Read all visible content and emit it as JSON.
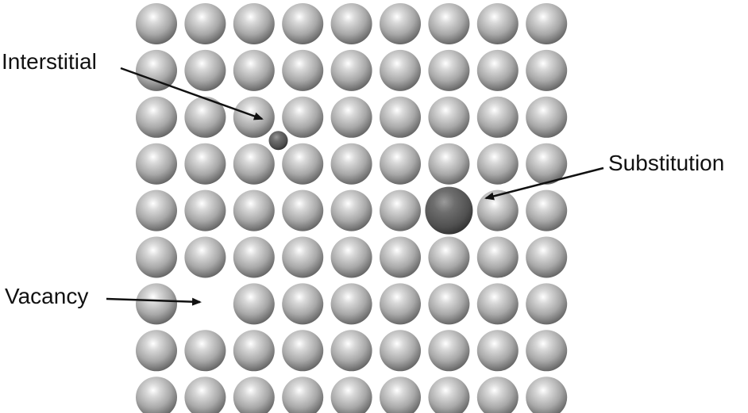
{
  "diagram": {
    "labels": {
      "interstitial": "Interstitial",
      "substitution": "Substitution",
      "vacancy": "Vacancy"
    },
    "lattice": {
      "rows": 9,
      "cols": 9,
      "vacancy": {
        "row": 6,
        "col": 1
      },
      "substitution": {
        "row": 4,
        "col": 6
      },
      "interstitial": {
        "between_rows": [
          2,
          3
        ],
        "between_cols": [
          2,
          3
        ]
      }
    },
    "colors": {
      "host_atom_highlight": "#ffffff",
      "host_atom_mid": "#b4b4b4",
      "host_atom_shadow": "#5a5a5a",
      "defect_atom_highlight": "#9a9a9a",
      "defect_atom_mid": "#5c5c5c",
      "defect_atom_shadow": "#2a2a2a",
      "arrow": "#111111",
      "text": "#111111"
    }
  }
}
